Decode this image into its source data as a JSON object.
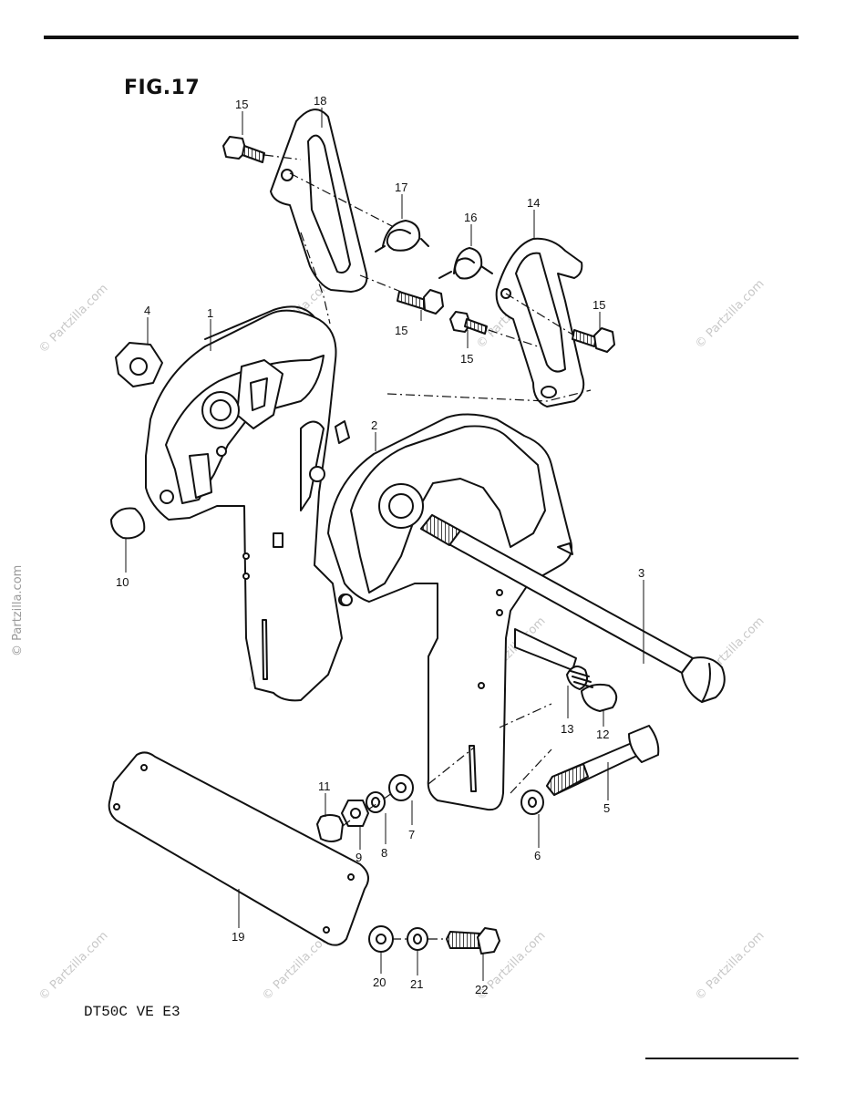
{
  "figure": {
    "title": "FIG.17",
    "model_code": "DT50C VE E3"
  },
  "watermark": {
    "text": "© Partzilla.com"
  },
  "callouts": {
    "c1": "1",
    "c2": "2",
    "c3": "3",
    "c4": "4",
    "c5": "5",
    "c6": "6",
    "c7": "7",
    "c8": "8",
    "c9": "9",
    "c10": "10",
    "c11": "11",
    "c12": "12",
    "c13": "13",
    "c14": "14",
    "c15a": "15",
    "c15b": "15",
    "c15c": "15",
    "c15d": "15",
    "c16": "16",
    "c17": "17",
    "c18": "18",
    "c19": "19",
    "c20": "20",
    "c21": "21",
    "c22": "22"
  }
}
